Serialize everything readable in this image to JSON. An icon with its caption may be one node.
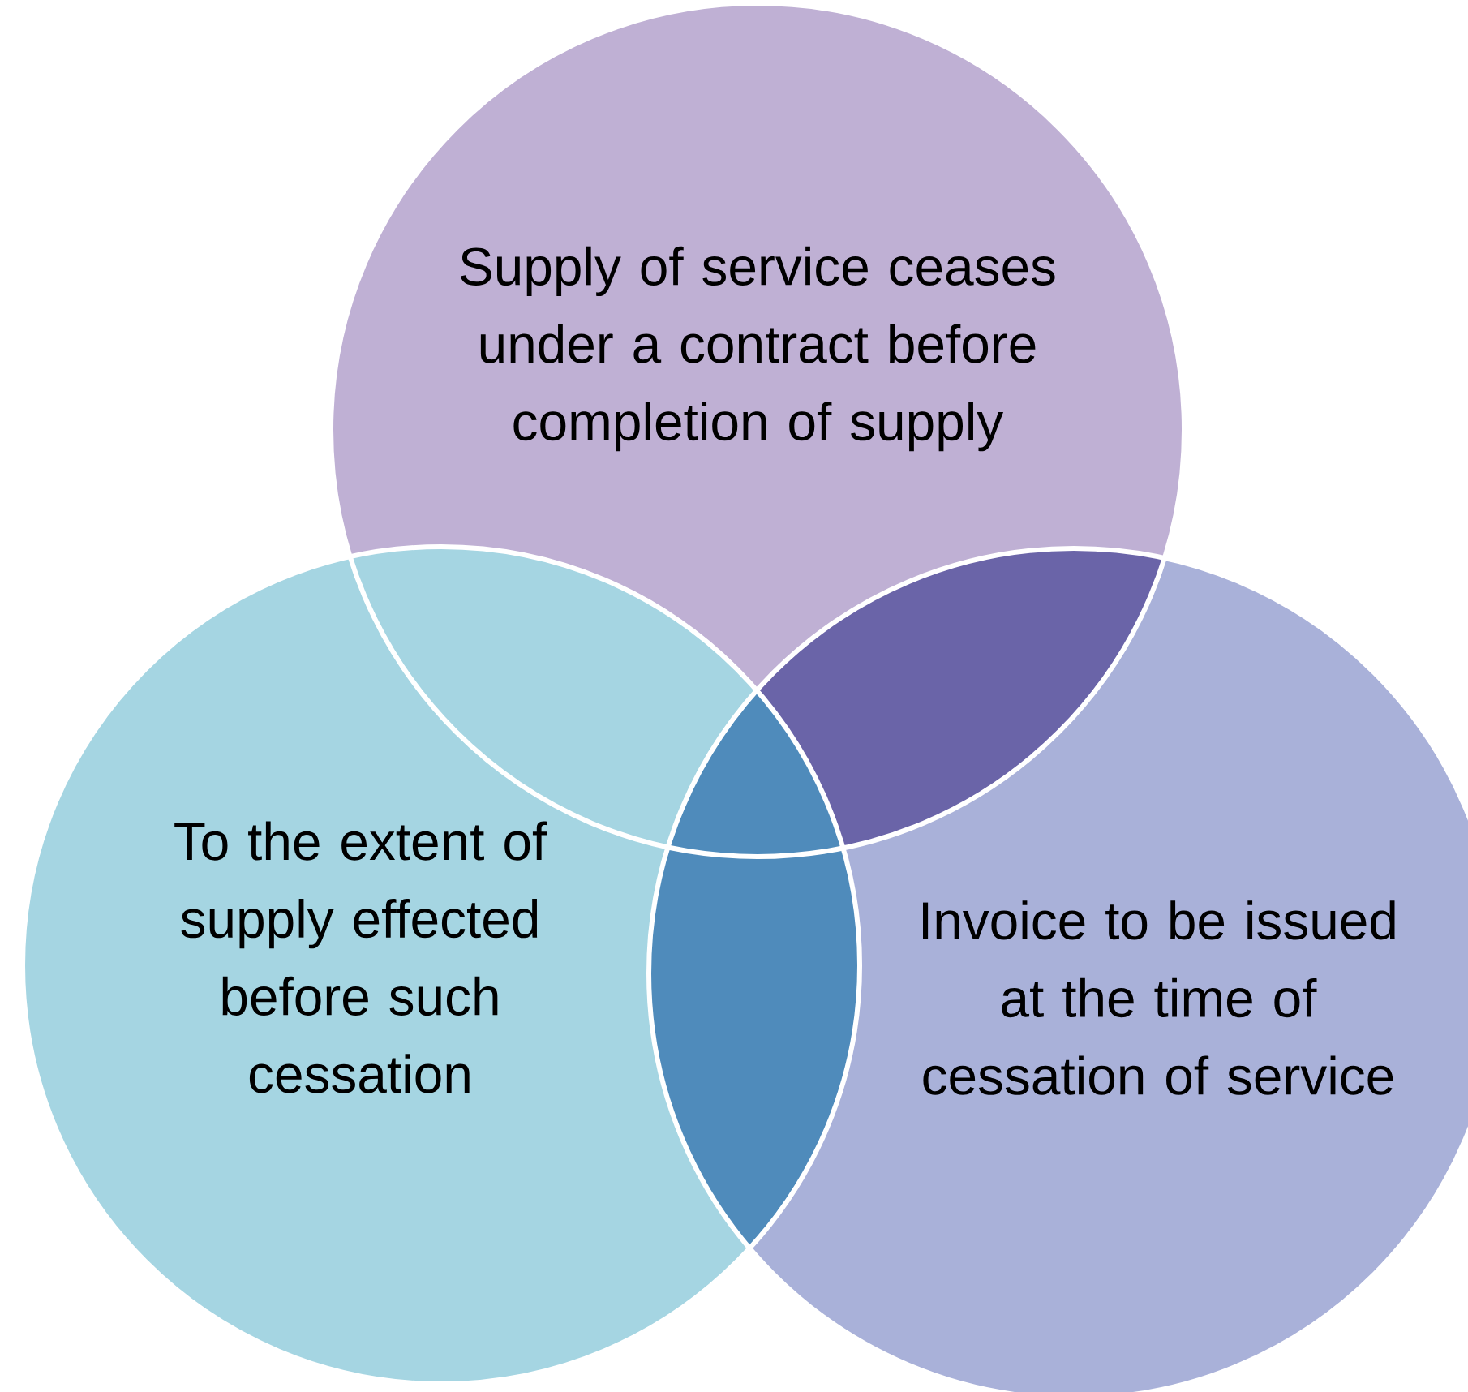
{
  "diagram": {
    "nodes": [
      {
        "text": [
          "Supply of service ceases under a contract before completion of supply"
        ]
      },
      {
        "text": [
          "To the extent of supply effected before such cessation"
        ]
      },
      {
        "text": [
          "Invoice to be issued at the time of cessation of service"
        ]
      }
    ]
  }
}
